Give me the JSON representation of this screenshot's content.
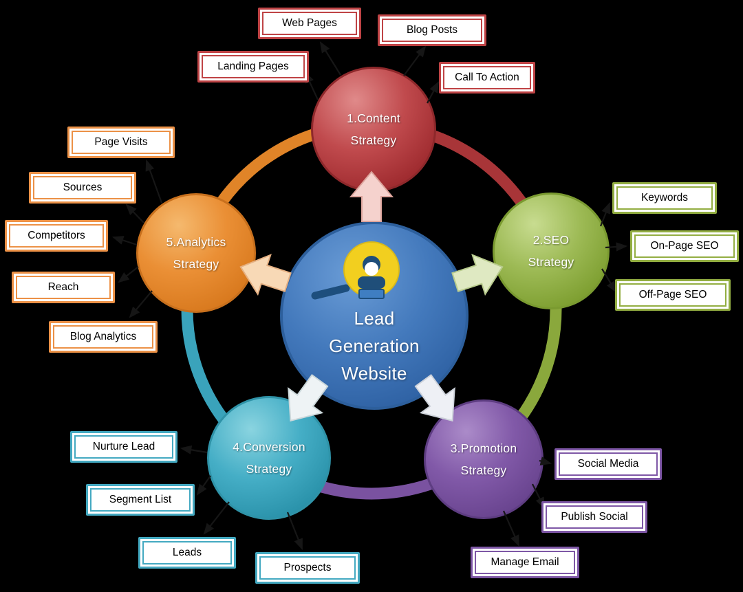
{
  "background_color": "#000000",
  "center": {
    "lines": [
      "Lead",
      "Generation",
      "Website"
    ],
    "color": "#3a72b8",
    "icon": "magnifier-person-icon"
  },
  "nodes": [
    {
      "id": "content-strategy",
      "line1": "1.Content",
      "line2": "Strategy",
      "color": "#b23a3e",
      "arrow_fill": "#f5d2cd"
    },
    {
      "id": "seo-strategy",
      "line1": "2.SEO",
      "line2": "Strategy",
      "color": "#8fae3e",
      "arrow_fill": "#dfe9c2"
    },
    {
      "id": "promotion-strategy",
      "line1": "3.Promotion",
      "line2": "Strategy",
      "color": "#7d57a5",
      "arrow_fill": "#eef0f5"
    },
    {
      "id": "conversion-strategy",
      "line1": "4.Conversion",
      "line2": "Strategy",
      "color": "#3fa9c0",
      "arrow_fill": "#eef3f5"
    },
    {
      "id": "analytics-strategy",
      "line1": "5.Analytics",
      "line2": "Strategy",
      "color": "#e8872f",
      "arrow_fill": "#f8d9b6"
    }
  ],
  "labels": {
    "content": [
      "Web Pages",
      "Blog Posts",
      "Landing Pages",
      "Call To Action"
    ],
    "seo": [
      "Keywords",
      "On-Page SEO",
      "Off-Page SEO"
    ],
    "promotion": [
      "Social Media",
      "Publish Social",
      "Manage Email"
    ],
    "conversion": [
      "Nurture Lead",
      "Segment List",
      "Leads",
      "Prospects"
    ],
    "analytics": [
      "Page Visits",
      "Sources",
      "Competitors",
      "Reach",
      "Blog Analytics"
    ]
  }
}
